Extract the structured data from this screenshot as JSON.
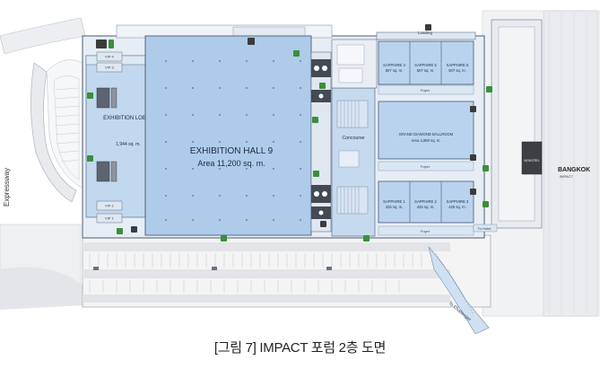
{
  "figure": {
    "caption": "[그림 7] IMPACT 포럼 2층 도면"
  },
  "colors": {
    "hall_fill": "#aecbea",
    "room_fill": "#b9d3ee",
    "corridor_fill": "#d9e6f4",
    "outline": "#5f6f86",
    "road": "#e4e6ea",
    "parking": "#f2f2f2",
    "icon_dark": "#3b3b3b",
    "icon_green": "#3a8f3a"
  },
  "labels": {
    "exhibition_lobby": "EXHIBITION LOBBY",
    "lobby_area": "1,944 sq. m.",
    "hall_name": "EXHIBITION HALL 9",
    "hall_area": "Area 11,200 sq. m.",
    "concourse": "Concourse",
    "expressway": "Expressway",
    "bangkok": "BANGKOK",
    "impact_small": "IMPACT",
    "novotel": "NOVOTEL",
    "loading": "Loading",
    "to_hotel": "To Hotel",
    "to_challenger": "To Challenger",
    "foyer_top": "Foyer",
    "foyer_mid": "Foyer",
    "foyer_bottom": "Foyer",
    "grand_diamond": "GRAND DIAMOND BALLROOM",
    "grand_diamond_area": "Area 2,880 sq. m.",
    "vip1": "VIP 1",
    "vip2": "VIP 2",
    "vip3": "VIP 3",
    "vip4": "VIP 4"
  },
  "sapphire_rooms": [
    {
      "name": "SAPPHIRE 4",
      "area": "507 sq. m."
    },
    {
      "name": "SAPPHIRE 5",
      "area": "507 sq. m."
    },
    {
      "name": "SAPPHIRE 6",
      "area": "507 sq. m."
    },
    {
      "name": "SAPPHIRE 1",
      "area": "425 sq. m."
    },
    {
      "name": "SAPPHIRE 2",
      "area": "425 sq. m."
    },
    {
      "name": "SAPPHIRE 3",
      "area": "425 sq. m."
    }
  ],
  "icons": {
    "restroom": "restroom-icon",
    "elevator": "elevator-icon",
    "stairs": "stairs-icon",
    "escalator": "escalator-icon",
    "accessible": "wheelchair-icon",
    "door": "door-icon"
  }
}
